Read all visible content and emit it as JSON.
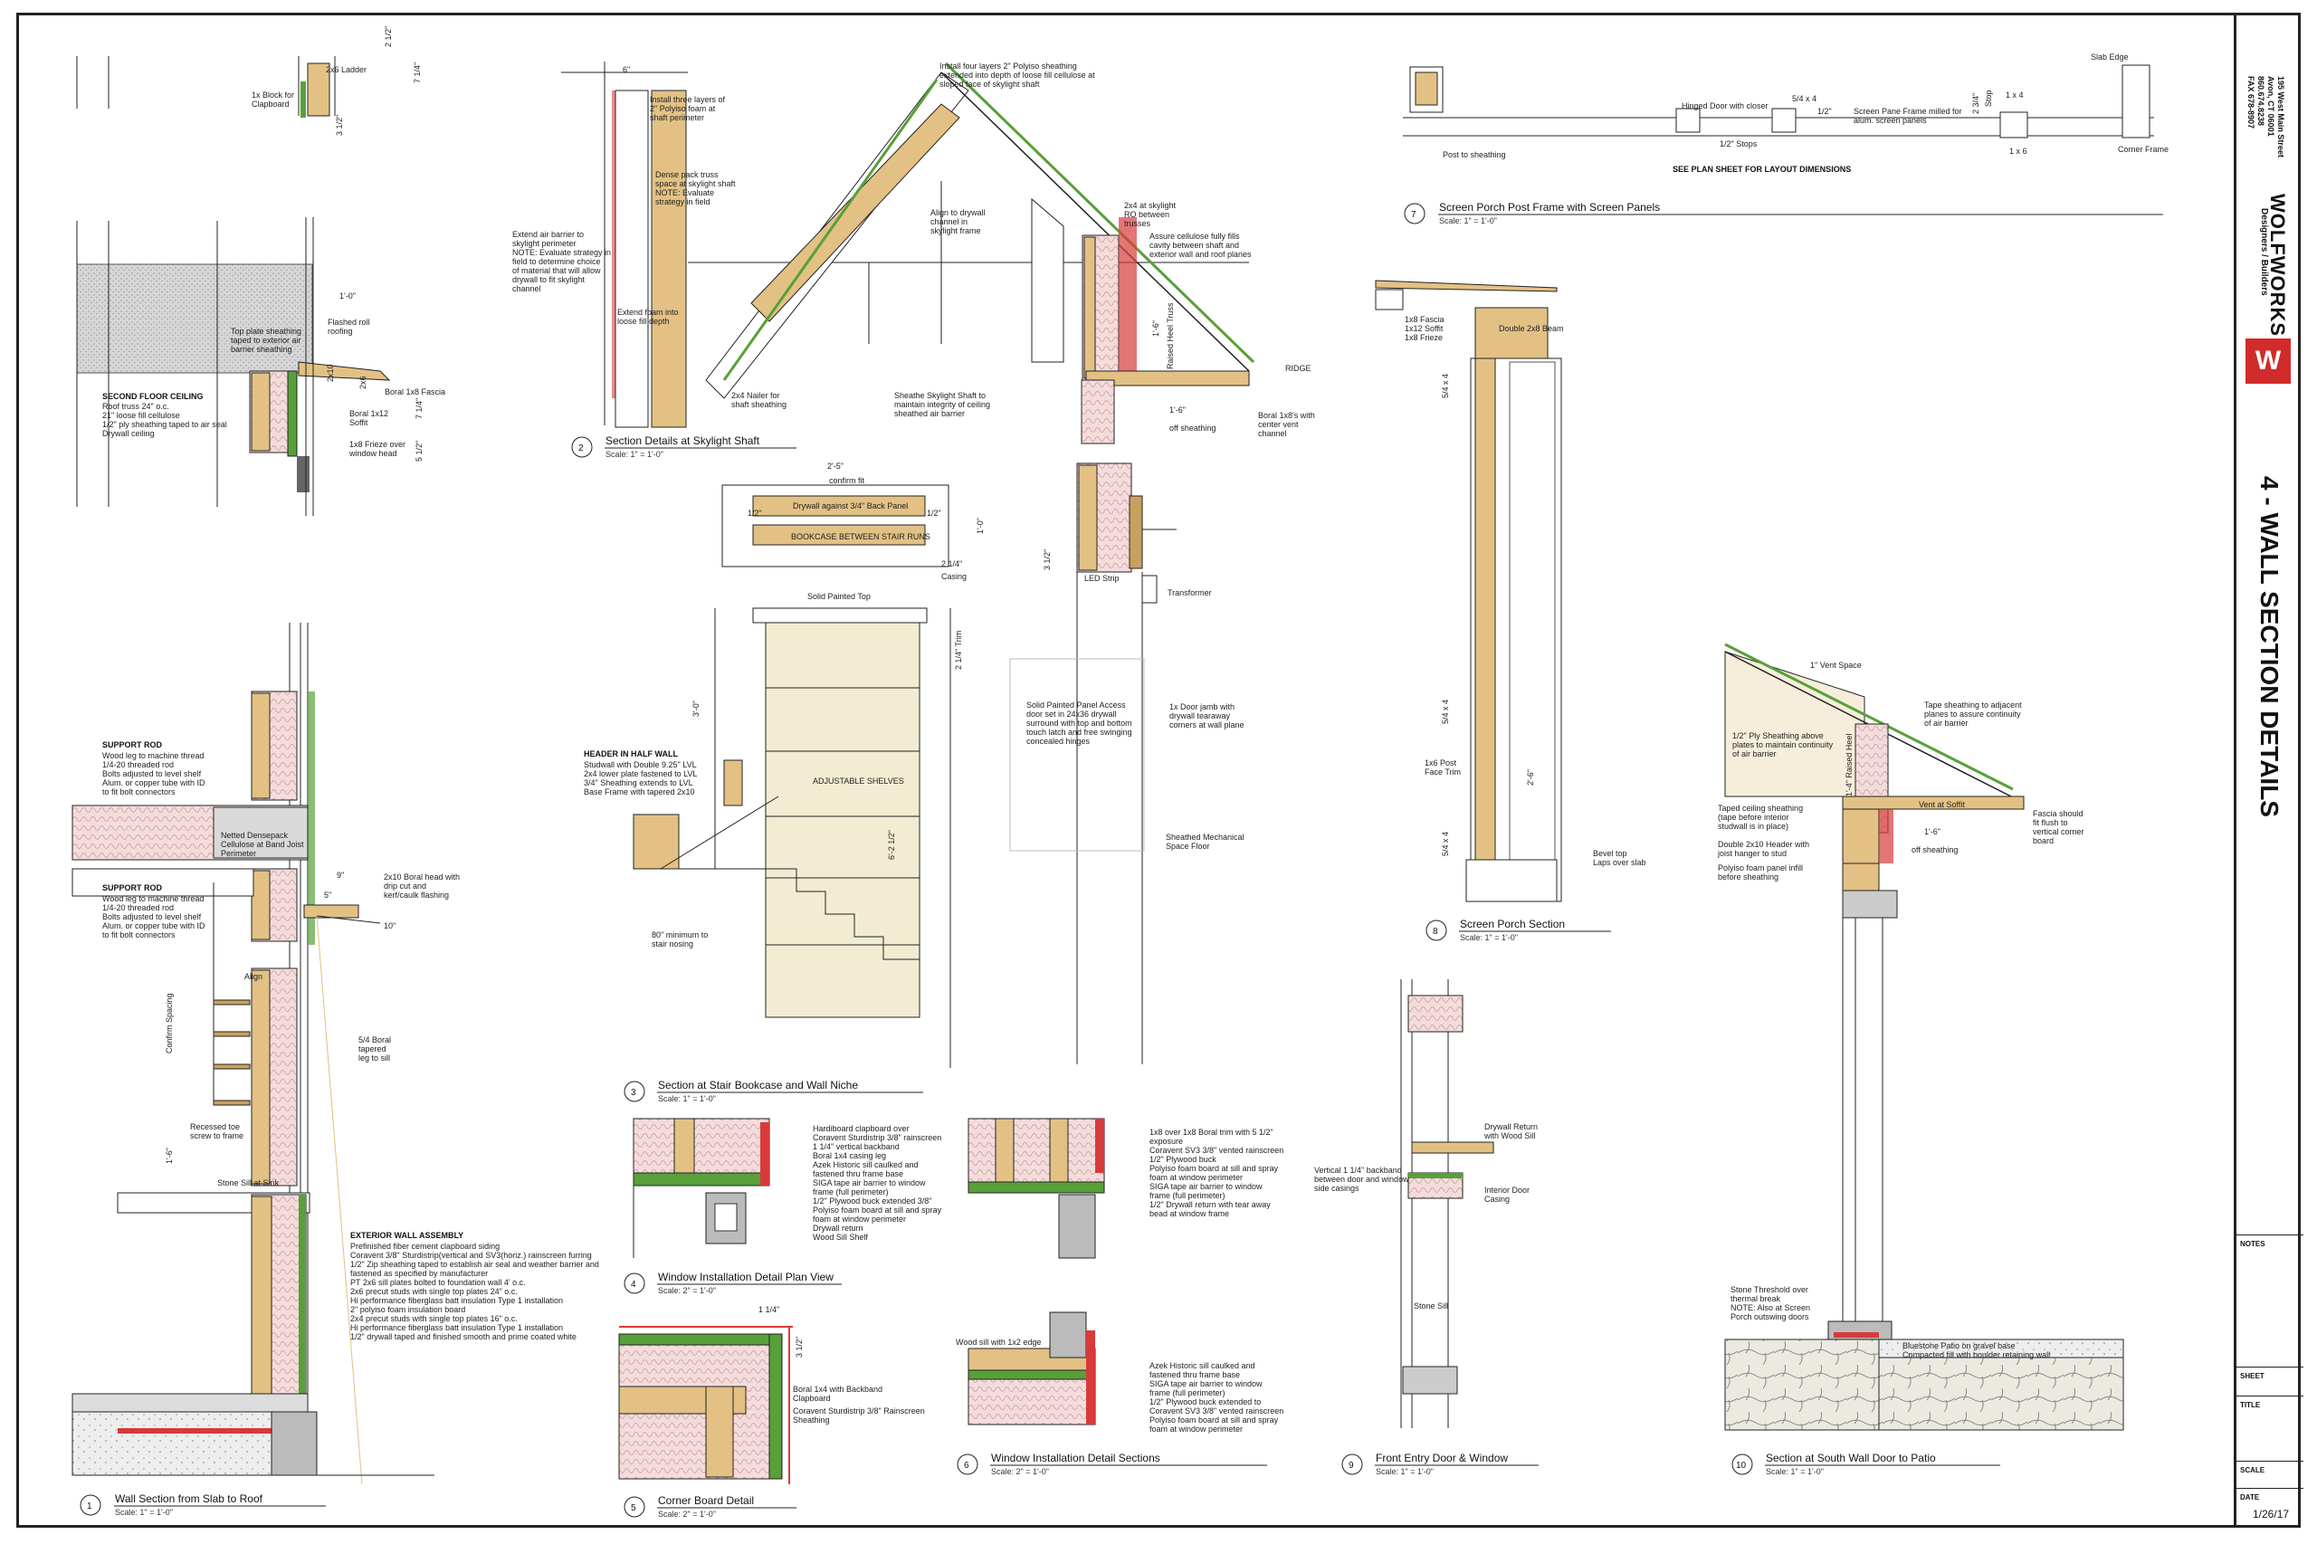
{
  "sheet": {
    "title": "4 - WALL SECTION DETAILS",
    "firm_name": "WOLFWORKS",
    "firm_tagline": "Designers / Builders",
    "address": [
      "195 West Main Street",
      "Avon, CT 06001",
      "860.674.8238",
      "FAX 678-8907"
    ],
    "logo_mark": "W",
    "brand_color": "#d12b2b",
    "labels": {
      "notes": "NOTES",
      "sheet": "SHEET",
      "title": "TITLE",
      "scale": "SCALE",
      "date": "DATE"
    },
    "date": "1/26/17"
  },
  "details": {
    "d1": {
      "num": "1",
      "title": "Wall Section from Slab to Roof",
      "scale": "Scale: 1\" = 1'-0\""
    },
    "d2": {
      "num": "2",
      "title": "Section Details at Skylight Shaft",
      "scale": "Scale: 1\" = 1'-0\""
    },
    "d3": {
      "num": "3",
      "title": "Section at Stair Bookcase and Wall Niche",
      "scale": "Scale: 1\" = 1'-0\""
    },
    "d4": {
      "num": "4",
      "title": "Window Installation Detail Plan View",
      "scale": "Scale: 2\" = 1'-0\""
    },
    "d5": {
      "num": "5",
      "title": "Corner Board Detail",
      "scale": "Scale: 2\" = 1'-0\""
    },
    "d6": {
      "num": "6",
      "title": "Window Installation Detail Sections",
      "scale": "Scale: 2\" = 1'-0\""
    },
    "d7": {
      "num": "7",
      "title": "Screen Porch Post Frame with Screen Panels",
      "scale": "Scale: 1\" = 1'-0\""
    },
    "d8": {
      "num": "8",
      "title": "Screen Porch Section",
      "scale": "Scale: 1\" = 1'-0\""
    },
    "d9": {
      "num": "9",
      "title": "Front Entry Door & Window",
      "scale": "Scale: 1\" = 1'-0\""
    },
    "d10": {
      "num": "10",
      "title": "Section at South Wall Door to Patio",
      "scale": "Scale: 1\" = 1'-0\""
    }
  },
  "annotations": {
    "d1": {
      "ladder": "2x6 Ladder",
      "block": "1x Block for",
      "block2": "Clapboard",
      "dim_top1": "2 1/2\"",
      "dim_top2": "7 1/4\"",
      "dim_top3": "3 1/2\"",
      "flashed1": "Flashed roll",
      "flashed2": "roofing",
      "dim_1_0": "1'-0\"",
      "top_plate1": "Top plate sheathing",
      "top_plate2": "taped to exterior air",
      "top_plate3": "barrier sheathing",
      "ceiling_head": "SECOND FLOOR CEILING",
      "ceiling_lines": [
        "Roof truss 24\" o.c.",
        "21\" loose fill cellulose",
        "1/2\" ply sheathing taped to air seal",
        "Drywall ceiling"
      ],
      "fascia": "Boral 1x8 Fascia",
      "soffit1": "Boral 1x12",
      "soffit2": "Soffit",
      "frieze1": "1x8 Frieze over",
      "frieze2": "window head",
      "dim_2x10": "2x10",
      "dim_2x6": "2x6",
      "dim_7_14": "7 1/4\"",
      "dim_5_12": "5 1/2\"",
      "support_head1": "SUPPORT ROD",
      "support_lines1": [
        "Wood leg to machine thread",
        "1/4-20 threaded rod",
        "Bolts adjusted to level shelf",
        "Alum. or copper tube with ID",
        "to fit bolt connectors"
      ],
      "netted1": "Netted Densepack",
      "netted2": "Cellulose at Band Joist",
      "netted3": "Perimeter",
      "support_head2": "SUPPORT ROD",
      "support_lines2": [
        "Wood leg to machine thread",
        "1/4-20 threaded rod",
        "Bolts adjusted to level shelf",
        "Alum. or copper tube with ID",
        "to fit bolt connectors"
      ],
      "header_note1": "2x10 Boral head with",
      "header_note2": "drip cut and",
      "header_note3": "kerf/caulk flashing",
      "dim_9": "9\"",
      "dim_5": "5\"",
      "dim_10": "10\"",
      "align": "Align",
      "confirm": "Confirm Spacing",
      "boral_leg1": "5/4 Boral",
      "boral_leg2": "tapered",
      "boral_leg3": "leg to sill",
      "dim_1_6": "1'-6\"",
      "toe1": "Recessed toe",
      "toe2": "screw to frame",
      "sill": "Stone Sill at Sink",
      "ext_head": "EXTERIOR WALL ASSEMBLY",
      "ext_lines": [
        "Prefinished fiber cement clapboard siding",
        "Coravent 3/8\" Sturdistrip(vertical and SV3(horiz.) rainscreen furring",
        "1/2\" Zip sheathing taped to establish air seal and weather barrier and",
        "fastened as specified by manufacturer",
        "PT 2x6 sill plates bolted to foundation wall 4' o.c.",
        "2x6 precut studs with single top plates 24\" o.c.",
        "Hi performance fiberglass batt insulation Type 1 installation",
        "2\" polyiso foam insulation board",
        "2x4 precut studs with single top plates 16\" o.c.",
        "Hi performance fiberglass batt insulation Type 1 installation",
        "1/2\" drywall taped and finished smooth and prime coated white"
      ]
    },
    "d2": {
      "dim_6": "6\"",
      "install_three": [
        "Install three layers of",
        "2\" Polyiso foam at",
        "shaft perimeter"
      ],
      "install_four": [
        "Install four layers 2\" Polyiso sheathing",
        "extended into depth of loose fill cellulose at",
        "sloped face of skylight shaft"
      ],
      "dense": [
        "Dense pack truss",
        "space at skylight shaft",
        "NOTE: Evaluate",
        "strategy in field"
      ],
      "extend_air": [
        "Extend air barrier to",
        "skylight perimeter",
        "NOTE: Evaluate strategy in",
        "field to determine choice",
        "of material that will allow",
        "drywall to fit skylight",
        "channel"
      ],
      "extend_foam": [
        "Extend foam into",
        "loose fill depth"
      ],
      "align_dry": [
        "Align to drywall",
        "channel in",
        "skylight frame"
      ],
      "rough": [
        "2x4 at skylight",
        "RO between",
        "trusses"
      ],
      "assure": [
        "Assure cellulose fully fills",
        "cavity between shaft and",
        "exterior wall and roof planes"
      ],
      "raised_heel": "Raised Heel Truss",
      "dim_1_6": "1'-6\"",
      "ridge": "RIDGE",
      "nailer": [
        "2x4 Nailer for",
        "shaft sheathing"
      ],
      "sheathe": [
        "Sheathe Skylight Shaft to",
        "maintain integrity of ceiling",
        "sheathed air barrier"
      ],
      "off_sheath": "off sheathing",
      "dim_1_6b": "1'-6\"",
      "boral_1x8": [
        "Boral 1x8's with",
        "center vent",
        "channel"
      ]
    },
    "d3": {
      "dim_2_5": "2'-5\"",
      "confirm_fit": "confirm fit",
      "drywall_back": "Drywall against 3/4\" Back Panel",
      "bookcase": "BOOKCASE BETWEEN STAIR RUNS",
      "dim_half1": "1/2\"",
      "dim_half2": "1/2\"",
      "dim_1_0": "1'-0\"",
      "dim_214": "2 1/4\"",
      "casing": "Casing",
      "solid_top": "Solid Painted Top",
      "dim_3_0": "3'-0\"",
      "dim_214trim": "2 1/4\" Trim",
      "header_head": "HEADER IN HALF WALL",
      "header_lines": [
        "Studwall with Double 9.25\" LVL",
        "2x4 lower plate fastened to LVL",
        "3/4\" Sheathing extends to LVL",
        "Base Frame with tapered 2x10"
      ],
      "shelves": "ADJUSTABLE SHELVES",
      "dim_6_2": "6'-2 1/2\"",
      "min80": [
        "80\" minimum to",
        "stair nosing"
      ],
      "dim_312": "3 1/2\"",
      "led": "LED Strip",
      "transformer": "Transformer",
      "panel_note": [
        "Solid Painted Panel Access",
        "door set in 24x36 drywall",
        "surround with top and bottom",
        "touch latch and free swinging",
        "concealed hinges"
      ],
      "door_jamb": [
        "1x Door jamb with",
        "drywall tearaway",
        "corners at wall plane"
      ],
      "sheathed_mech": [
        "Sheathed Mechanical",
        "Space Floor"
      ]
    },
    "d4": {
      "lines": [
        "Hardiboard clapboard over",
        "Coravent Sturdistrip 3/8\" rainscreen",
        "1 1/4\" vertical backband",
        "Boral 1x4 casing leg",
        "Azek Historic sill caulked and",
        "fastened thru frame base",
        "SIGA tape air barrier to window",
        "frame (full perimeter)",
        "1/2\" Plywood buck extended 3/8\"",
        "Polyiso foam board at sill and spray",
        "foam at window perimeter",
        "Drywall return",
        "Wood Sill Shelf"
      ]
    },
    "d5": {
      "dim_114": "1 1/4\"",
      "dim_312": "3 1/2\"",
      "lines": [
        "Boral 1x4 with Backband",
        "Clapboard",
        "Coravent Sturdistrip 3/8\" Rainscreen",
        "Sheathing"
      ]
    },
    "d6": {
      "upper": [
        "1x8 over 1x8 Boral trim with 5 1/2\"",
        "exposure",
        "Coravent SV3 3/8\" vented rainscreen",
        "1/2\" Plywood buck",
        "Polyiso foam board at sill and spray",
        "foam at window perimeter",
        "SIGA tape air barrier to window",
        "frame (full perimeter)",
        "1/2\" Drywall return with tear away",
        "bead at window frame"
      ],
      "wood_sill": "Wood sill with 1x2 edge",
      "lower": [
        "Azek Historic sill caulked and",
        "fastened thru frame base",
        "SIGA tape air barrier to window",
        "frame (full perimeter)",
        "1/2\" Plywood buck extended to",
        "Coravent SV3 3/8\" vented rainscreen",
        "Polyiso foam board at sill and spray",
        "foam at window perimeter"
      ]
    },
    "d7": {
      "slab_edge": "Slab Edge",
      "hinged": "Hinged Door with closer",
      "dim_54": "5/4 x 4",
      "dim_half": "1/2\"",
      "screen_pane": [
        "Screen Pane Frame milled for",
        "alum. screen panels"
      ],
      "dim_234": "2 3/4\"",
      "stop": "Stop",
      "dim_1x4": "1 x 4",
      "dim_1x6": "1 x 6",
      "corner_frame": "Corner Frame",
      "post_sheath": "Post to sheathing",
      "stops": "1/2\" Stops",
      "see_plan": "SEE PLAN SHEET FOR LAYOUT DIMENSIONS"
    },
    "d8": {
      "fascia": [
        "1x8 Fascia",
        "1x12 Soffit",
        "1x8 Frieze"
      ],
      "beam": "Double 2x8 Beam",
      "dim_54a": "5/4 x 4",
      "dim_54b": "5/4 x 4",
      "dim_54c": "5/4 x 4",
      "post": [
        "1x6 Post",
        "Face Trim"
      ],
      "dim_2_6": "2'-6\"",
      "bevel": [
        "Bevel top",
        "Laps over slab"
      ]
    },
    "d9": {
      "drywall_ret": [
        "Drywall Return",
        "with Wood Sill"
      ],
      "vertical": [
        "Vertical 1 1/4\" backband",
        "between door and window",
        "side casings"
      ],
      "interior": [
        "Interior Door",
        "Casing"
      ],
      "stone_sill": "Stone Sill"
    },
    "d10": {
      "vent_space": "1\" Vent Space",
      "tape": [
        "Tape sheathing to adjacent",
        "planes to assure continuity",
        "of air barrier"
      ],
      "ply": [
        "1/2\" Ply Sheathing above",
        "plates to maintain continuity",
        "of air barrier"
      ],
      "raised_heel": "1'-4\" Raised Heel",
      "vent_soffit": "Vent at Soffit",
      "taped": [
        "Taped ceiling sheathing",
        "(tape before interior",
        "studwall is in place)"
      ],
      "fascia_note": [
        "Fascia should",
        "fit flush to",
        "vertical corner",
        "board"
      ],
      "dim_1_6": "1'-6\"",
      "off_sheath": "off sheathing",
      "double": [
        "Double 2x10 Header with",
        "joist hanger to stud"
      ],
      "polyiso": [
        "Polyiso foam panel infill",
        "before sheathing"
      ],
      "threshold": [
        "Stone Threshold over",
        "thermal break",
        "NOTE: Also at Screen",
        "Porch outswing doors"
      ],
      "patio": [
        "Bluestone Patio on gravel base",
        "Compacted fill with boulder retaining wall"
      ]
    }
  },
  "colors": {
    "wood": "#e3c184",
    "wood_dark": "#c9a15f",
    "air_barrier": "#d83a3a",
    "sheathing": "#58a03a",
    "insulation_pink": "#f1d6d6",
    "insulation_grey": "#d9d9d9",
    "stone": "#e4e1d8",
    "line": "#222222"
  }
}
